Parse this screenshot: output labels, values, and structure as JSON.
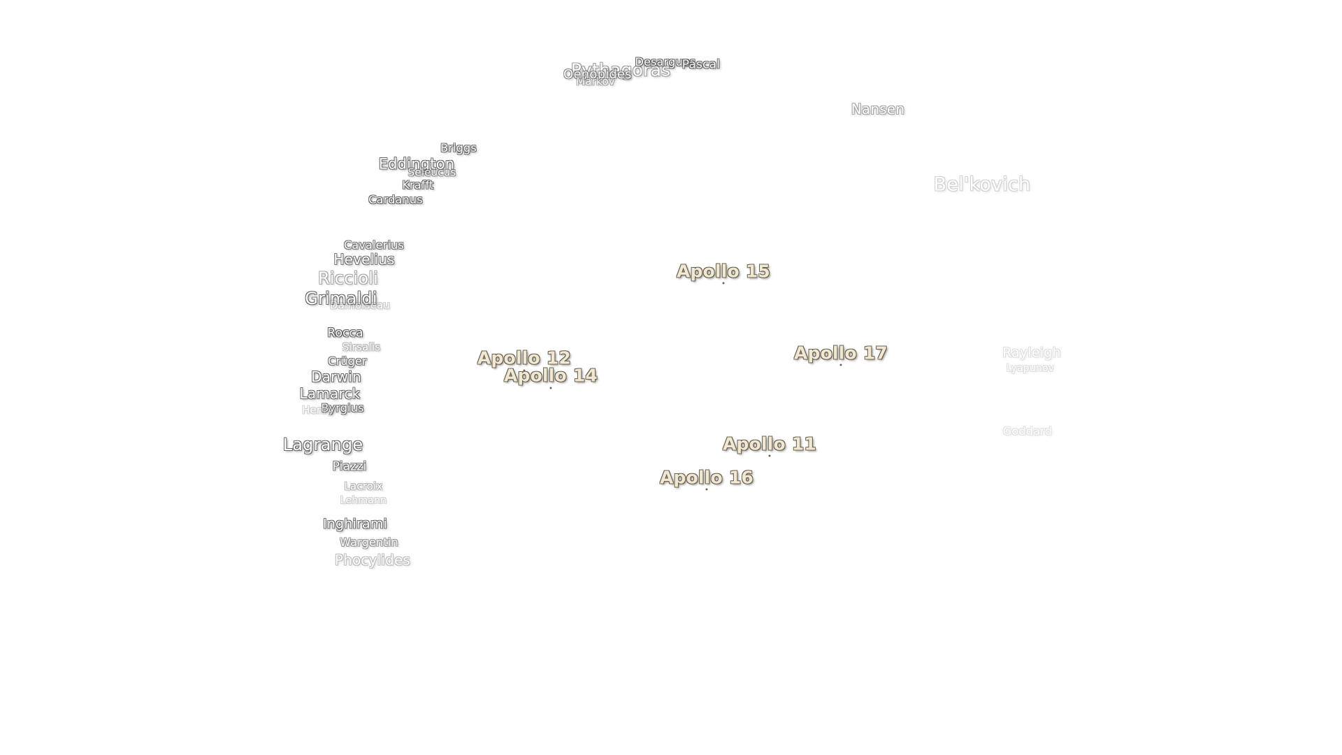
{
  "map": {
    "craters": [
      {
        "name": "Pythagoras",
        "size": 25,
        "opacity": 0.6
      },
      {
        "name": "Oenopides",
        "size": 18,
        "opacity": 0.7
      },
      {
        "name": "Markov",
        "size": 15,
        "opacity": 0.55
      },
      {
        "name": "Desargues",
        "size": 16,
        "opacity": 0.95
      },
      {
        "name": "Pascal",
        "size": 17,
        "opacity": 0.95
      },
      {
        "name": "Nansen",
        "size": 20,
        "opacity": 0.55
      },
      {
        "name": "Bel'kovich",
        "size": 27,
        "opacity": 0.28
      },
      {
        "name": "Briggs",
        "size": 16,
        "opacity": 0.9
      },
      {
        "name": "Eddington",
        "size": 21,
        "opacity": 0.9
      },
      {
        "name": "Seleucus",
        "size": 15,
        "opacity": 0.75
      },
      {
        "name": "Krafft",
        "size": 16,
        "opacity": 0.95
      },
      {
        "name": "Cardanus",
        "size": 16,
        "opacity": 0.95
      },
      {
        "name": "Cavalerius",
        "size": 16,
        "opacity": 0.85
      },
      {
        "name": "Hevelius",
        "size": 20,
        "opacity": 0.85
      },
      {
        "name": "Riccioli",
        "size": 24,
        "opacity": 0.55
      },
      {
        "name": "Grimaldi",
        "size": 24,
        "opacity": 0.9
      },
      {
        "name": "Damoiseau",
        "size": 15,
        "opacity": 0.35
      },
      {
        "name": "Rocca",
        "size": 17,
        "opacity": 0.98
      },
      {
        "name": "Sirsalis",
        "size": 15,
        "opacity": 0.45
      },
      {
        "name": "Crüger",
        "size": 16,
        "opacity": 0.85
      },
      {
        "name": "Darwin",
        "size": 20,
        "opacity": 0.9
      },
      {
        "name": "Lamarck",
        "size": 20,
        "opacity": 0.9
      },
      {
        "name": "Byrgius",
        "size": 16,
        "opacity": 0.9
      },
      {
        "name": "Henry",
        "size": 15,
        "opacity": 0.3
      },
      {
        "name": "Lagrange",
        "size": 24,
        "opacity": 0.9
      },
      {
        "name": "Piazzi",
        "size": 17,
        "opacity": 0.85
      },
      {
        "name": "Lacroix",
        "size": 15,
        "opacity": 0.45
      },
      {
        "name": "Lehmann",
        "size": 14,
        "opacity": 0.3
      },
      {
        "name": "Inghirami",
        "size": 19,
        "opacity": 0.9
      },
      {
        "name": "Wargentin",
        "size": 16,
        "opacity": 0.65
      },
      {
        "name": "Phocylides",
        "size": 20,
        "opacity": 0.4
      },
      {
        "name": "Rayleigh",
        "size": 19,
        "opacity": 0.2
      },
      {
        "name": "Lyapunov",
        "size": 14,
        "opacity": 0.2
      },
      {
        "name": "Goddard",
        "size": 16,
        "opacity": 0.18
      }
    ],
    "landing_sites": [
      {
        "name": "Apollo 15",
        "size": 25
      },
      {
        "name": "Apollo 12",
        "size": 25
      },
      {
        "name": "Apollo 14",
        "size": 25
      },
      {
        "name": "Apollo 17",
        "size": 25
      },
      {
        "name": "Apollo 11",
        "size": 25
      },
      {
        "name": "Apollo 16",
        "size": 25
      }
    ]
  }
}
